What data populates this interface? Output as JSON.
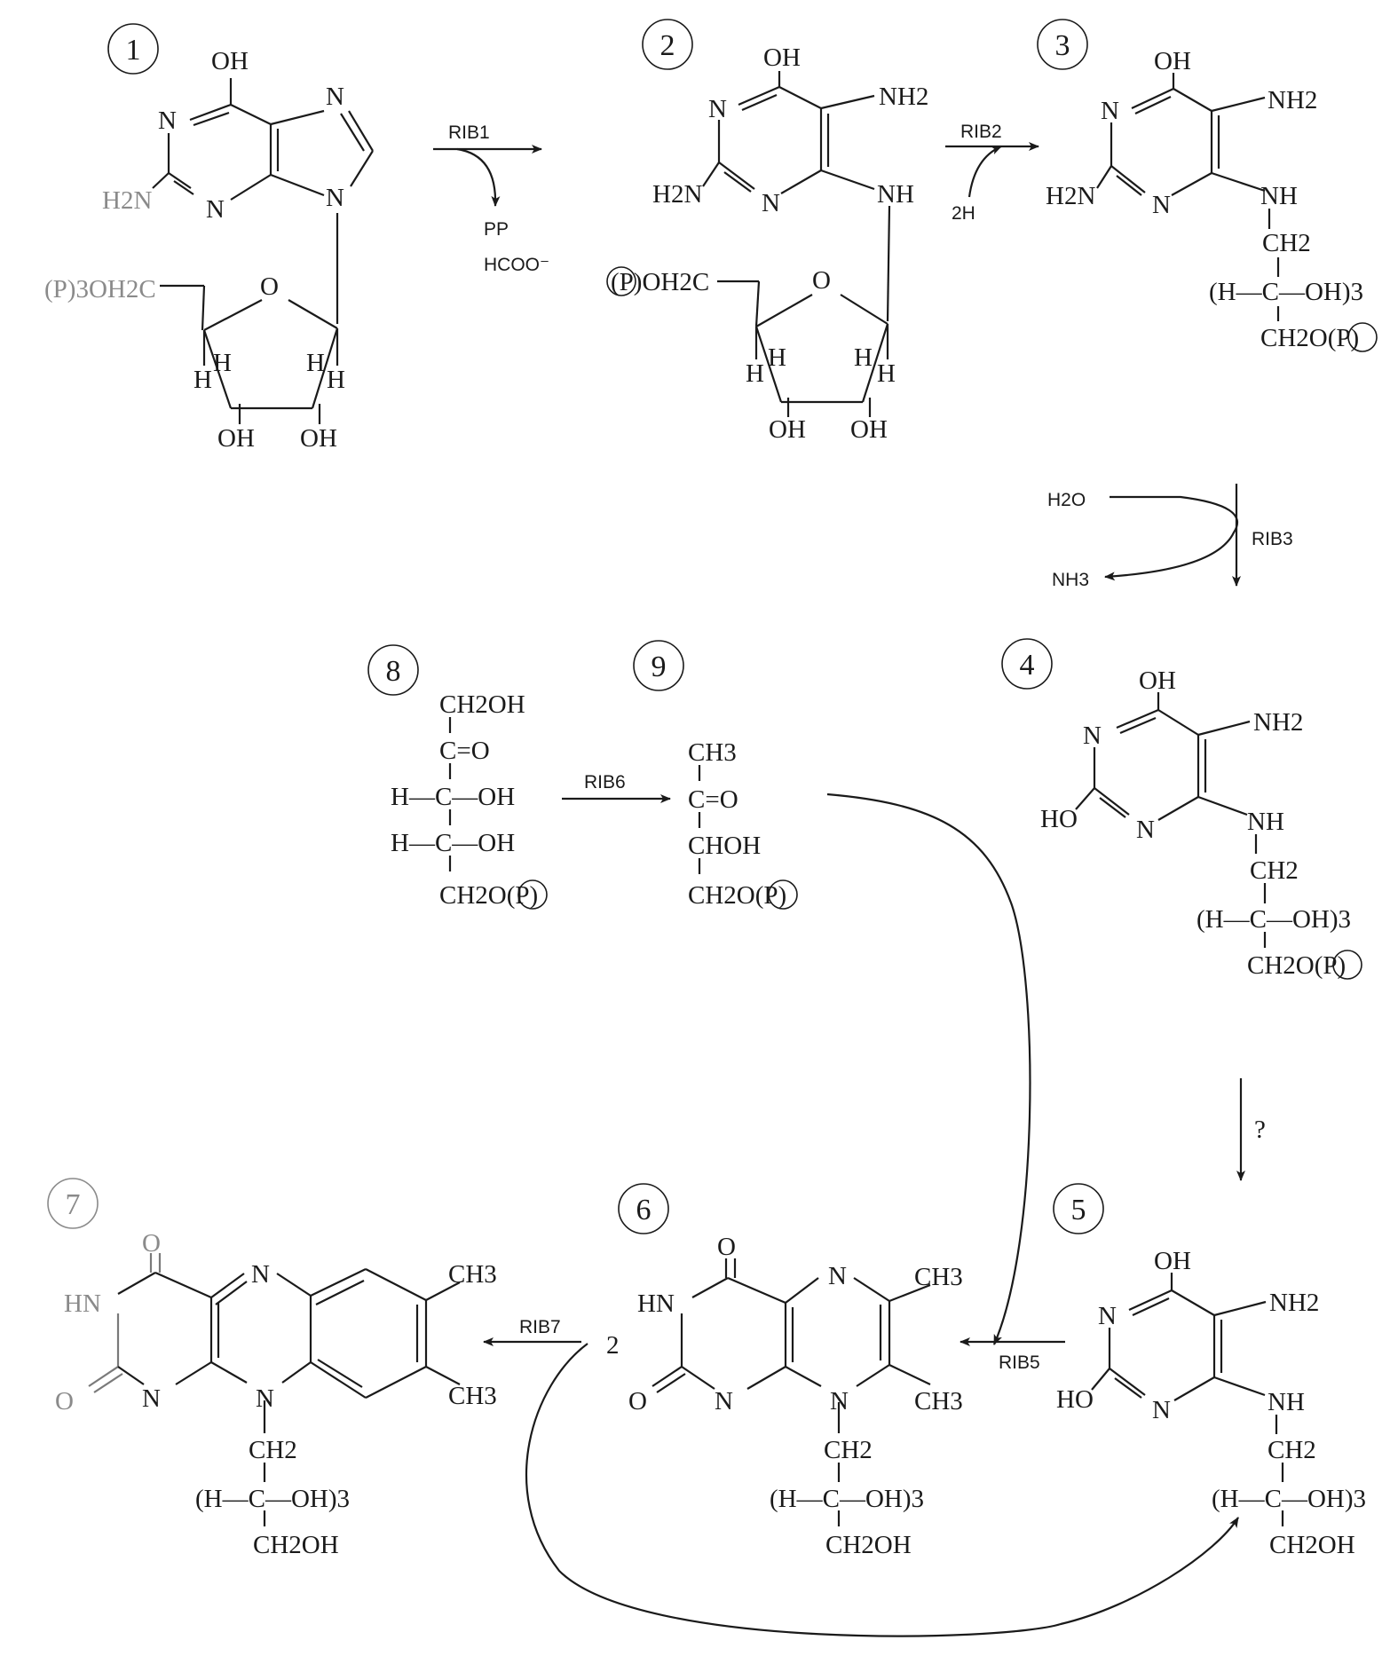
{
  "compounds": {
    "c1": {
      "number": "1",
      "atoms": {
        "oh": "OH",
        "n1": "N",
        "n3": "N",
        "n7": "N",
        "n9": "N",
        "nh2": "H2N",
        "ring_o": "O",
        "chain": "(P)3OH2C",
        "h1": "H",
        "h2": "H",
        "h3": "H",
        "h4": "H",
        "oh2": "OH",
        "oh3": "OH"
      }
    },
    "c2": {
      "number": "2",
      "atoms": {
        "oh": "OH",
        "nh2": "NH2",
        "n1": "N",
        "n3": "N",
        "nh2b": "H2N",
        "nh": "NH",
        "chain": "(P)OH2C",
        "ring_o": "O",
        "h1": "H",
        "h2": "H",
        "h3": "H",
        "h4": "H",
        "oh2": "OH",
        "oh3": "OH"
      }
    },
    "c3": {
      "number": "3",
      "atoms": {
        "oh": "OH",
        "nh2": "NH2",
        "n1": "N",
        "n3": "N",
        "nh2b": "H2N",
        "nh": "NH",
        "ch2": "CH2",
        "hcoh": "(H—C—OH)3",
        "ch2op": "CH2O(P)"
      }
    },
    "c4": {
      "number": "4",
      "atoms": {
        "oh": "OH",
        "nh2": "NH2",
        "n1": "N",
        "n3": "N",
        "ho": "HO",
        "nh": "NH",
        "ch2": "CH2",
        "hcoh": "(H—C—OH)3",
        "ch2op": "CH2O(P)"
      }
    },
    "c5": {
      "number": "5",
      "atoms": {
        "oh": "OH",
        "nh2": "NH2",
        "n1": "N",
        "n3": "N",
        "ho": "HO",
        "nh": "NH",
        "ch2": "CH2",
        "hcoh": "(H—C—OH)3",
        "ch2oh": "CH2OH"
      }
    },
    "c6": {
      "number": "6",
      "atoms": {
        "o1": "O",
        "hn": "HN",
        "o2": "O",
        "n1": "N",
        "n2": "N",
        "n3": "N",
        "ch3a": "CH3",
        "ch3b": "CH3",
        "ch2": "CH2",
        "hcoh": "(H—C—OH)3",
        "ch2oh": "CH2OH"
      }
    },
    "c7": {
      "number": "7",
      "atoms": {
        "o1": "O",
        "hn": "HN",
        "o2": "O",
        "n1": "N",
        "n2": "N",
        "n3": "N",
        "ch3a": "CH3",
        "ch3b": "CH3",
        "ch2": "CH2",
        "hcoh": "(H—C—OH)3",
        "ch2oh": "CH2OH"
      }
    },
    "c8": {
      "number": "8",
      "lines": [
        "CH2OH",
        "C=O",
        "H—C—OH",
        "H—C—OH",
        "CH2O(P)"
      ]
    },
    "c9": {
      "number": "9",
      "lines": [
        "CH3",
        "C=O",
        "CHOH",
        "CH2O(P)"
      ]
    }
  },
  "reactions": {
    "rib1": {
      "enzyme": "RIB1",
      "products": [
        "PP",
        "HCOO⁻"
      ]
    },
    "rib2": {
      "enzyme": "RIB2",
      "cofactor": "2H"
    },
    "rib3": {
      "enzyme": "RIB3",
      "input": "H2O",
      "output": "NH3"
    },
    "unknown": {
      "label": "?"
    },
    "rib5": {
      "enzyme": "RIB5"
    },
    "rib6": {
      "enzyme": "RIB6"
    },
    "rib7": {
      "enzyme": "RIB7",
      "stoichiometry": "2"
    }
  },
  "colors": {
    "ink": "#1a1a1a",
    "faded": "#8a8a8a"
  }
}
